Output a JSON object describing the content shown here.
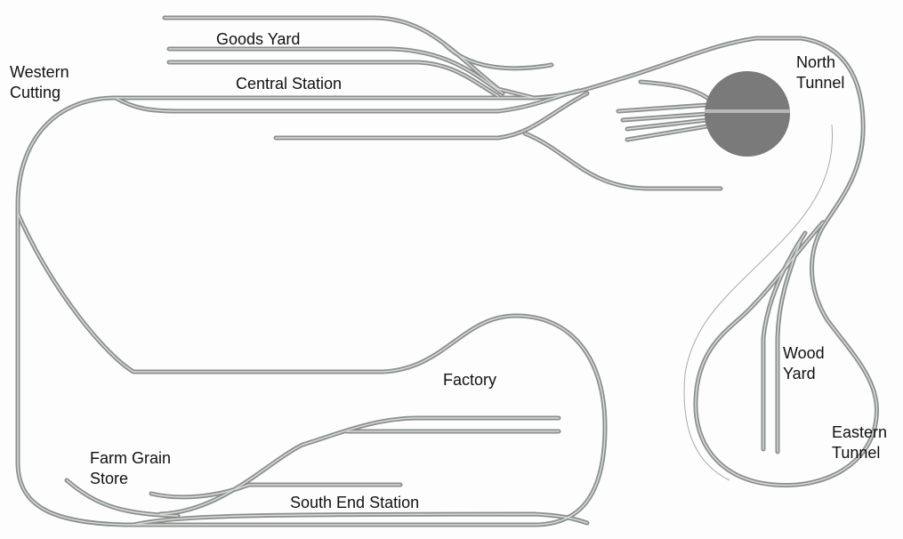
{
  "labels": {
    "goods_yard": "Goods Yard",
    "western_cutting": [
      "Western",
      "Cutting"
    ],
    "central_station": "Central Station",
    "north_tunnel": [
      "North",
      "Tunnel"
    ],
    "wood_yard": [
      "Wood",
      "Yard"
    ],
    "factory": "Factory",
    "farm_grain_store": [
      "Farm Grain",
      "Store"
    ],
    "south_end_station": "South End Station",
    "eastern_tunnel": [
      "Eastern",
      "Tunnel"
    ]
  },
  "colors": {
    "track": "#8a8f8c",
    "turntable": "#7a7a7a",
    "background": "#fdfdfd"
  }
}
